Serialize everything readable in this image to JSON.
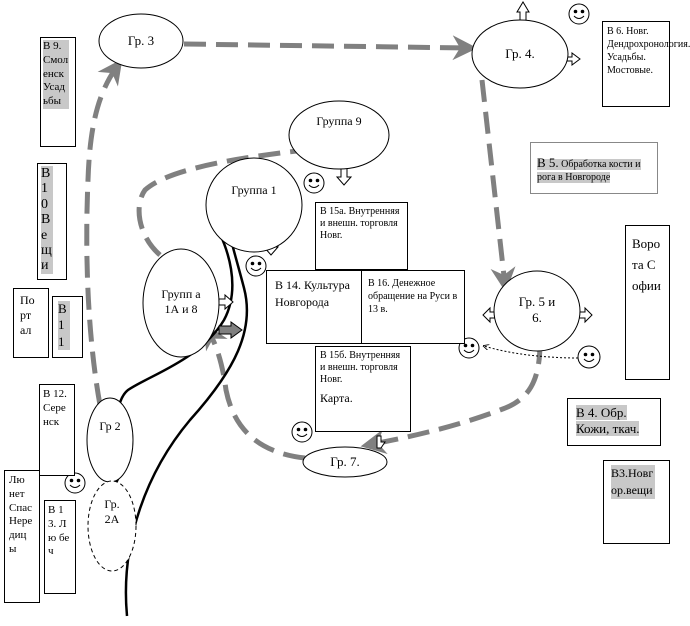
{
  "groups": {
    "g3": "Гр. 3",
    "g4": "Гр. 4.",
    "g9": "Группа 9",
    "g1": "Группа 1",
    "g1a8": "Групп а 1А и 8",
    "g56": "Гр. 5 и 6.",
    "g2": "Гр 2",
    "g2a": "Гр. 2А",
    "g7": "Гр. 7."
  },
  "stations": {
    "b9": "В 9. Смоленск Усадьбы",
    "b10": "В 1 0 Вещи",
    "portal": "Портал",
    "b11": "В 1 1",
    "b12": "В 12. Серенск",
    "b13": "В 13. Лю беч",
    "lyunet": "Лю нет Спас Нередицы",
    "b6": "В 6. Новг. Дендрохронология. Усадьбы. Мостовые.",
    "b5_num": "В 5.",
    "b5_text": "Обработка кости и рога в Новгороде",
    "gate": "Ворота Софии",
    "b4": "В 4. Обр. Кожи, ткач.",
    "b3": "В3.Новгор.вещи",
    "b15a": "В 15а. Внутренняя и внешн. торговля Новг.",
    "b14": "В 14. Культура Новгорода",
    "b16": "В 16. Денежное обращение на Руси в 13 в.",
    "b15b_title": "В 15б. Внутренняя и внешн. торговля Новг.",
    "b15b_sub": "Карта."
  }
}
